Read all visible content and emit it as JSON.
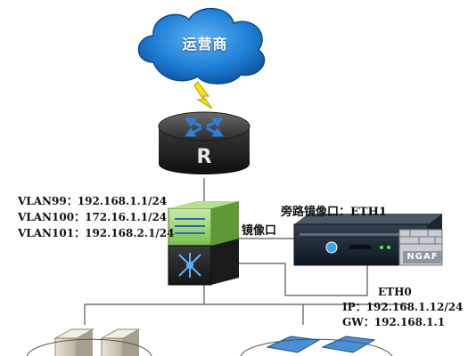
{
  "cloud": {
    "label": "运营商"
  },
  "router": {
    "label": "R"
  },
  "vlans": [
    {
      "name": "VLAN99",
      "ip": "192.168.1.1/24"
    },
    {
      "name": "VLAN100",
      "ip": "172.16.1.1/24"
    },
    {
      "name": "VLAN101",
      "ip": "192.168.2.1/24"
    }
  ],
  "switch_port_label": "镜像口",
  "appliance": {
    "bypass_label": "旁路镜像口：ETH1",
    "badge": "NGAF",
    "eth0": {
      "name": "ETH0",
      "ip_line": "IP：192.168.1.12/24",
      "gw_line": "GW：192.168.1.1"
    }
  },
  "colors": {
    "cloud": "#1e7fd6",
    "router": "#2a2a2a",
    "switch_top": "#9fd27a",
    "switch_body": "#2e2e2e",
    "link": "#555555",
    "lightning": "#f5e21a"
  }
}
